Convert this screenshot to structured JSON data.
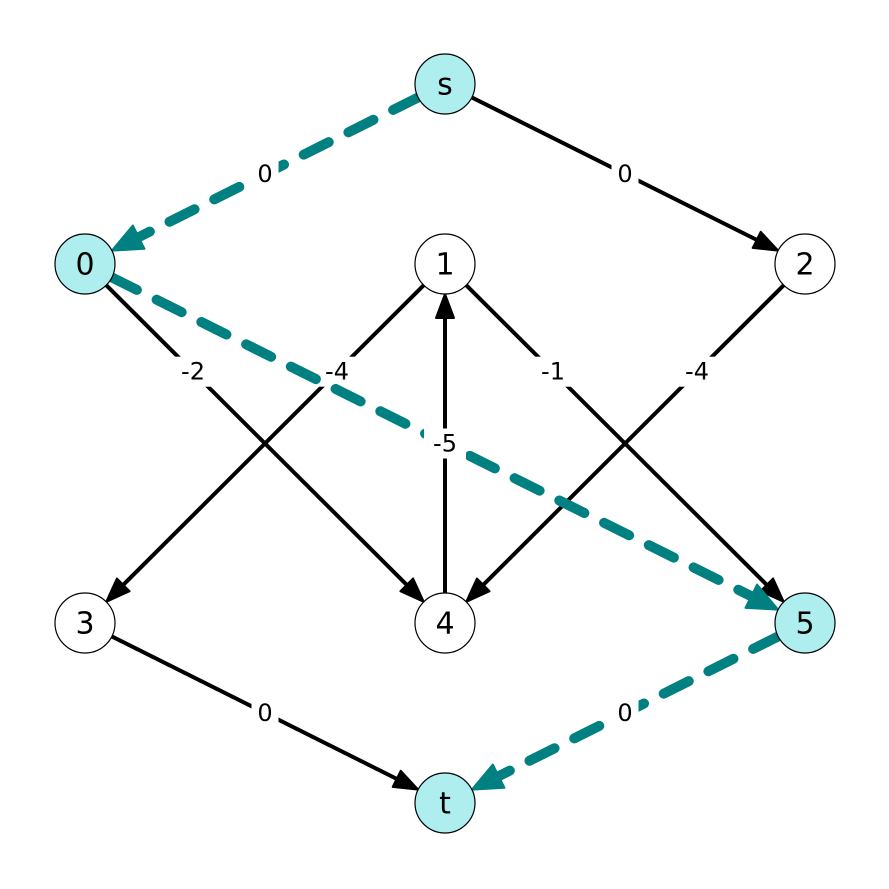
{
  "graph": {
    "nodes": [
      {
        "id": "s",
        "label": "s",
        "highlighted": true
      },
      {
        "id": "0",
        "label": "0",
        "highlighted": true
      },
      {
        "id": "1",
        "label": "1",
        "highlighted": false
      },
      {
        "id": "2",
        "label": "2",
        "highlighted": false
      },
      {
        "id": "3",
        "label": "3",
        "highlighted": false
      },
      {
        "id": "4",
        "label": "4",
        "highlighted": false
      },
      {
        "id": "5",
        "label": "5",
        "highlighted": true
      },
      {
        "id": "t",
        "label": "t",
        "highlighted": true
      }
    ],
    "edges": [
      {
        "from": "s",
        "to": "0",
        "weight": "0",
        "highlighted": true
      },
      {
        "from": "s",
        "to": "2",
        "weight": "0",
        "highlighted": false
      },
      {
        "from": "0",
        "to": "4",
        "weight": "-2",
        "highlighted": false
      },
      {
        "from": "0",
        "to": "5",
        "weight": "-5",
        "highlighted": true
      },
      {
        "from": "1",
        "to": "3",
        "weight": "-4",
        "highlighted": false
      },
      {
        "from": "1",
        "to": "5",
        "weight": "-1",
        "highlighted": false
      },
      {
        "from": "2",
        "to": "4",
        "weight": "-4",
        "highlighted": false
      },
      {
        "from": "4",
        "to": "1",
        "weight": "5",
        "highlighted": false
      },
      {
        "from": "3",
        "to": "t",
        "weight": "0",
        "highlighted": false
      },
      {
        "from": "5",
        "to": "t",
        "weight": "0",
        "highlighted": true
      }
    ]
  },
  "colors": {
    "highlight_edge": "#008080",
    "highlight_node_fill": "#afeeee",
    "normal_node_fill": "#ffffff",
    "normal_edge": "#000000"
  }
}
